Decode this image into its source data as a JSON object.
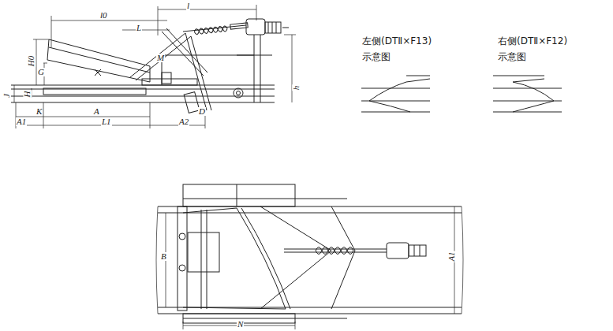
{
  "diagram": {
    "labels": [
      "l0",
      "l",
      "L",
      "H0",
      "G",
      "M",
      "J",
      "H",
      "h",
      "K",
      "A",
      "D",
      "A1",
      "L1",
      "A2",
      "左侧(DTⅡ×F13)",
      "示意图",
      "右侧(DTⅡ×F12)",
      "示意图",
      "B",
      "A1",
      "N"
    ]
  }
}
